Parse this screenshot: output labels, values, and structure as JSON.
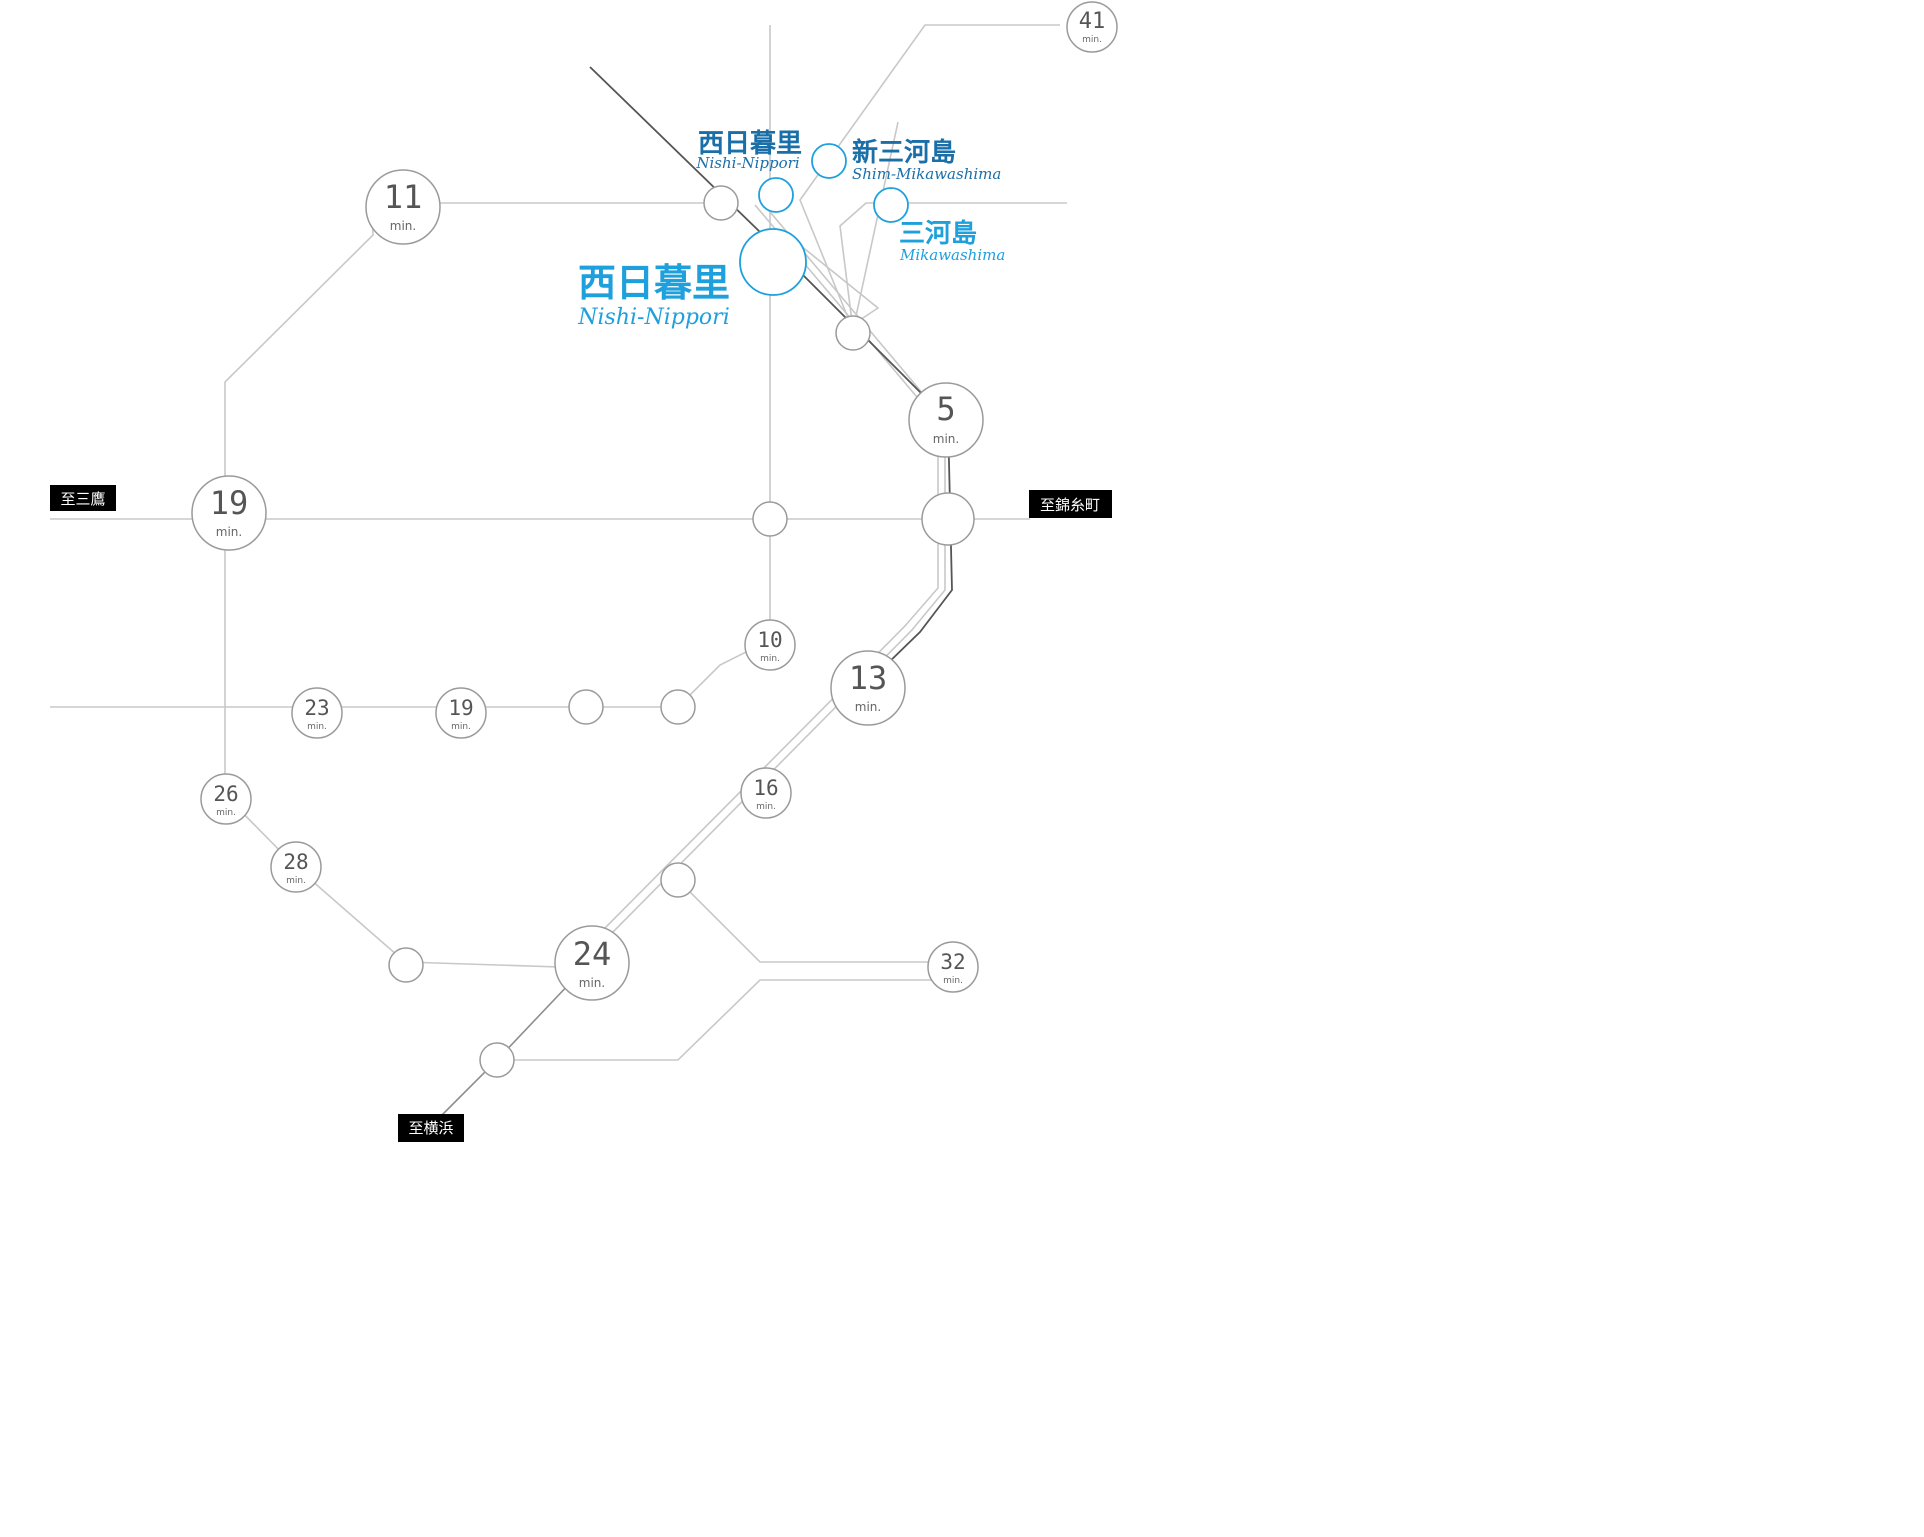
{
  "colors": {
    "accent_blue": "#1ea0dc",
    "dark_blue": "#1a6fa8",
    "line_gray": "#c8c8c8",
    "line_dark": "#555555",
    "dest_bg": "#000000"
  },
  "minute_unit": "min.",
  "stations": {
    "main": {
      "ja": "西日暮里",
      "en": "Nishi-Nippori"
    },
    "nishi_nippori_small": {
      "ja": "西日暮里",
      "en": "Nishi-Nippori"
    },
    "shin_mikawashima": {
      "ja": "新三河島",
      "en": "Shim-Mikawashima"
    },
    "mikawashima": {
      "ja": "三河島",
      "en": "Mikawashima"
    }
  },
  "destinations": {
    "mitaka": "至三鷹",
    "kinshicho": "至錦糸町",
    "yokohama": "至横浜"
  },
  "times": {
    "t41": "41",
    "t11": "11",
    "t5": "5",
    "t19a": "19",
    "t10": "10",
    "t13": "13",
    "t23": "23",
    "t19b": "19",
    "t26": "26",
    "t16": "16",
    "t28": "28",
    "t24": "24",
    "t32": "32"
  }
}
